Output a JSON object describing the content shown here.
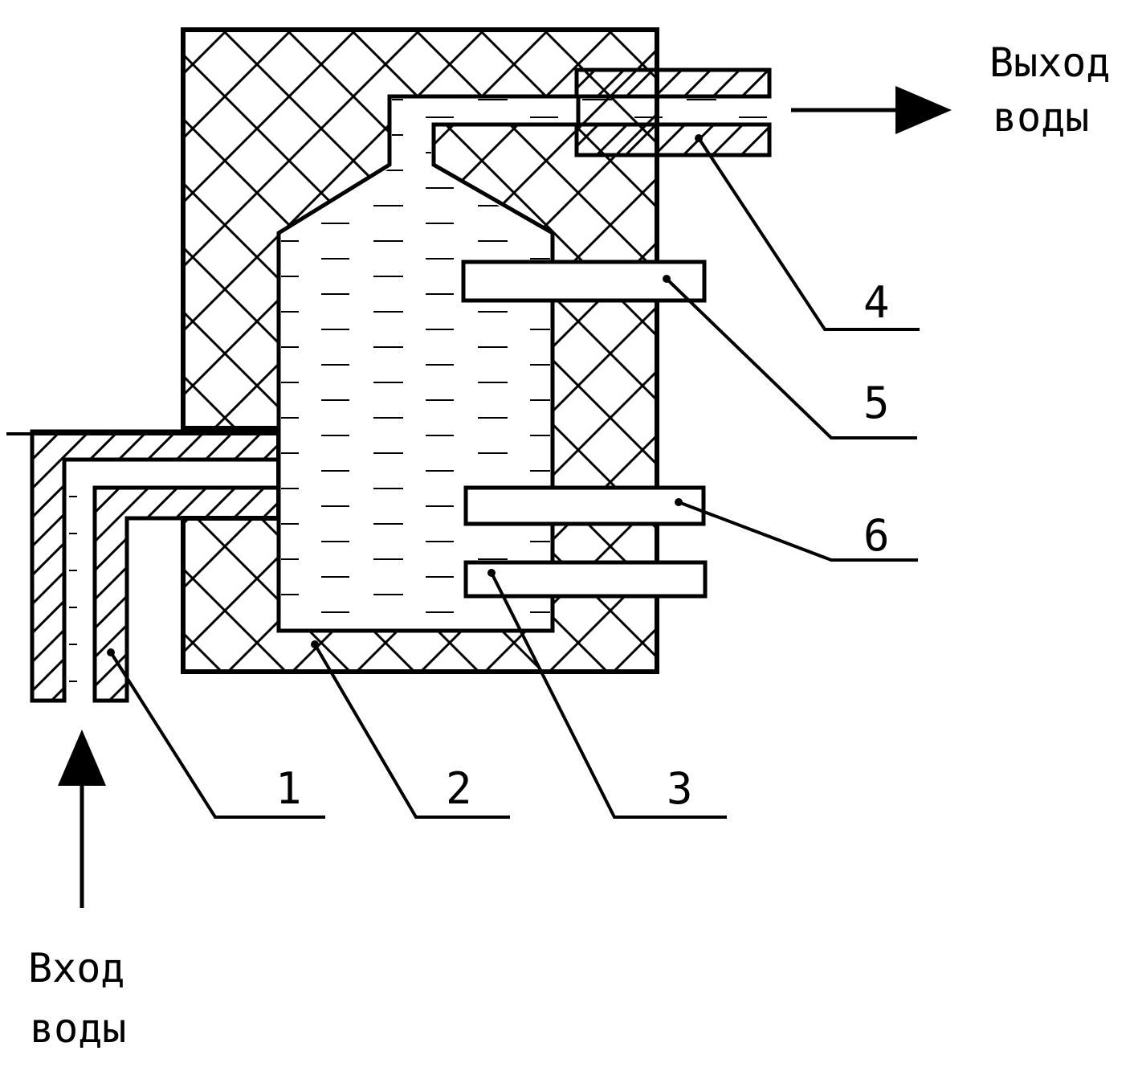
{
  "labels": {
    "outlet_line1": "Выход",
    "outlet_line2": "воды",
    "inlet_line1": "Вход",
    "inlet_line2": "воды"
  },
  "callouts": [
    "1",
    "2",
    "3",
    "4",
    "5",
    "6"
  ],
  "colors": {
    "ink": "#000000",
    "paper": "#ffffff"
  }
}
